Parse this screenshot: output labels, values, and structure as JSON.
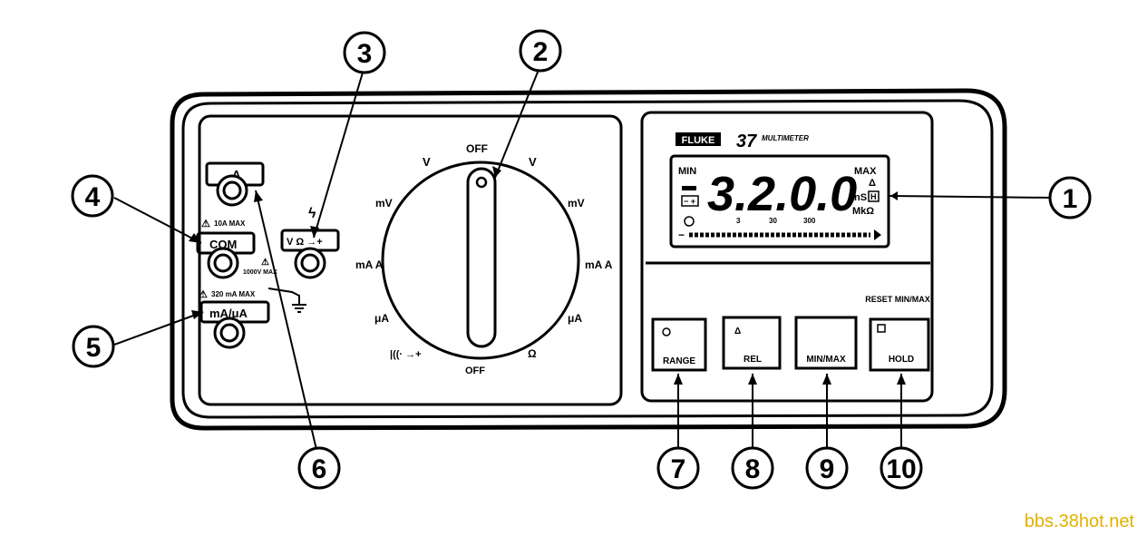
{
  "brand": {
    "logo": "FLUKE",
    "model": "37",
    "product": "MULTIMETER"
  },
  "display": {
    "reading": "3.2.0.0",
    "min_label": "MIN",
    "max_label": "MAX",
    "delta_label": "Δ",
    "ns_label": "nS",
    "hold_label": "H",
    "mk_label": "MkΩ",
    "range_ticks": [
      "3",
      "30",
      "300"
    ],
    "bar_minus": "−"
  },
  "terminals": {
    "a_label": "A",
    "com_label": "COM",
    "com_warning": "10A MAX",
    "ma_label": "mA/μA",
    "ma_warning": "320 mA MAX",
    "v_label": "V Ω →+",
    "v_warning": "1000V MAX"
  },
  "dial": {
    "off_top": "OFF",
    "off_bottom": "OFF",
    "positions": [
      "V",
      "V",
      "mV",
      "mV",
      "mA A",
      "mA A",
      "μA",
      "μA",
      "Ω",
      "diode"
    ]
  },
  "buttons": {
    "range": "RANGE",
    "rel": "REL",
    "minmax": "MIN/MAX",
    "hold": "HOLD",
    "hold_top": "RESET MIN/MAX"
  },
  "callouts": [
    "1",
    "2",
    "3",
    "4",
    "5",
    "6",
    "7",
    "8",
    "9",
    "10"
  ],
  "watermark": "bbs.38hot.net"
}
